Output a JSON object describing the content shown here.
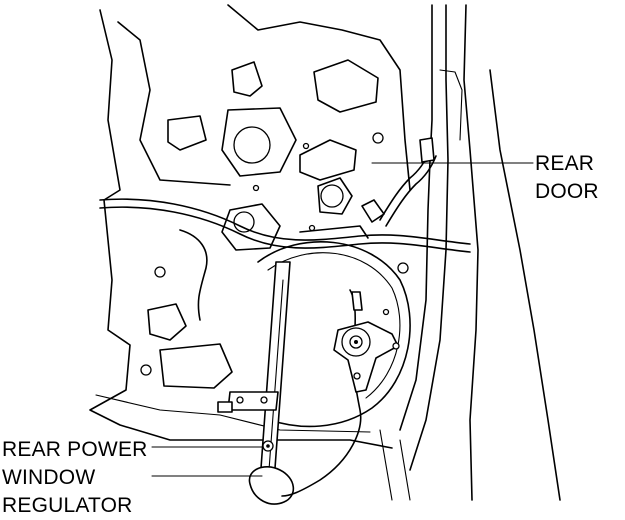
{
  "labels": {
    "rear_door": [
      "REAR",
      "DOOR"
    ],
    "rear_power_window_regulator": [
      "REAR POWER",
      "WINDOW",
      "REGULATOR"
    ]
  }
}
